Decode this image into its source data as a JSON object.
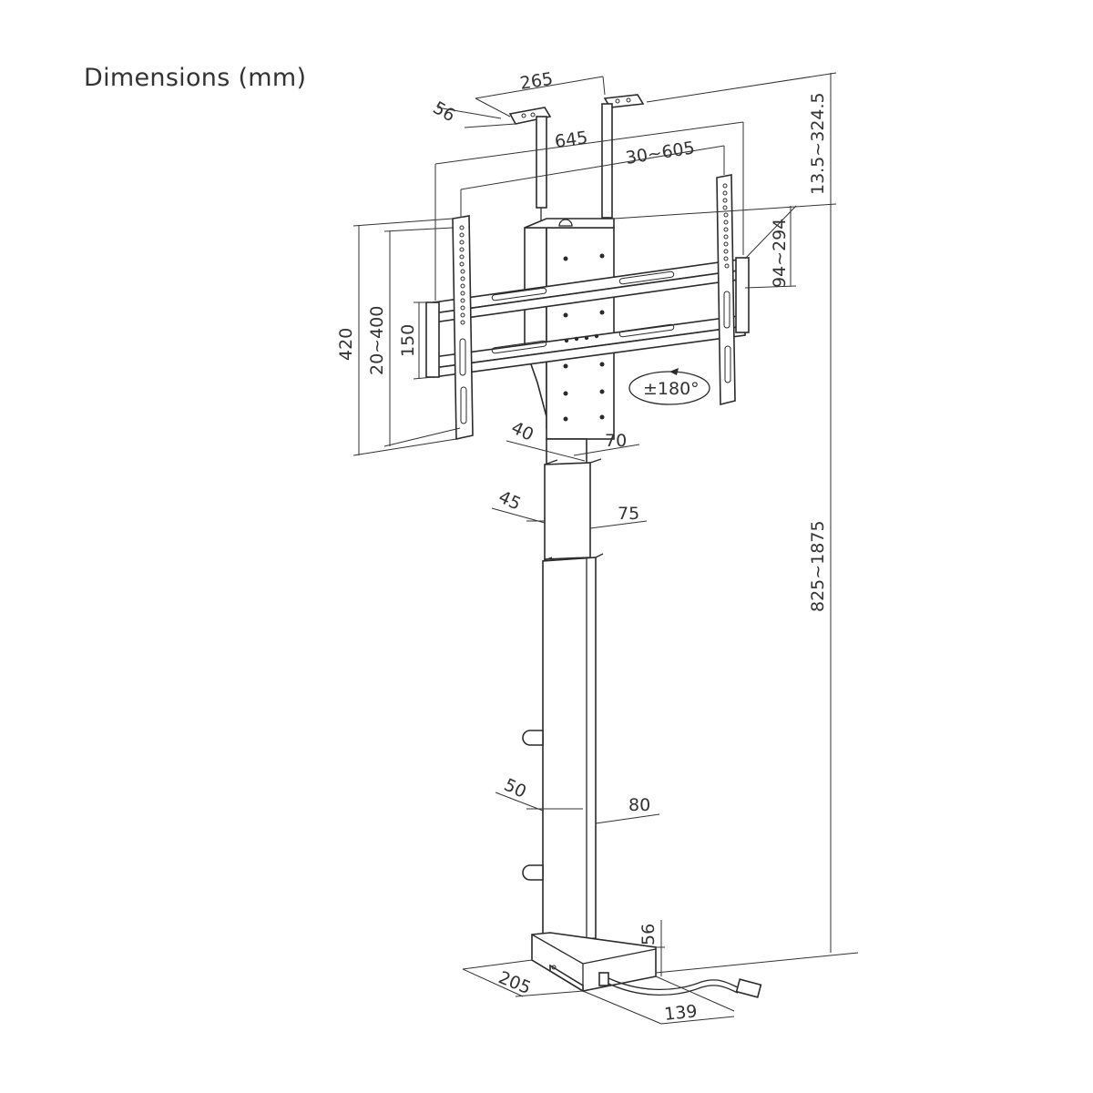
{
  "title": "Dimensions (mm)",
  "dimensions": {
    "top_bracket_width": "265",
    "top_bracket_depth": "56",
    "overall_width": "645",
    "vesa_horizontal": "30~605",
    "height_adjust_top": "13.5~324.5",
    "tilt_range": "94~294",
    "overall_height_plate": "420",
    "vesa_vertical": "20~400",
    "rail_height": "150",
    "rotation": "±180°",
    "upper_column_depth": "40",
    "upper_column_width": "70",
    "mid_column_depth": "45",
    "mid_column_width": "75",
    "lower_column_depth": "50",
    "lower_column_width": "80",
    "total_height": "825~1875",
    "base_height": "56",
    "base_depth": "205",
    "base_width": "139"
  }
}
